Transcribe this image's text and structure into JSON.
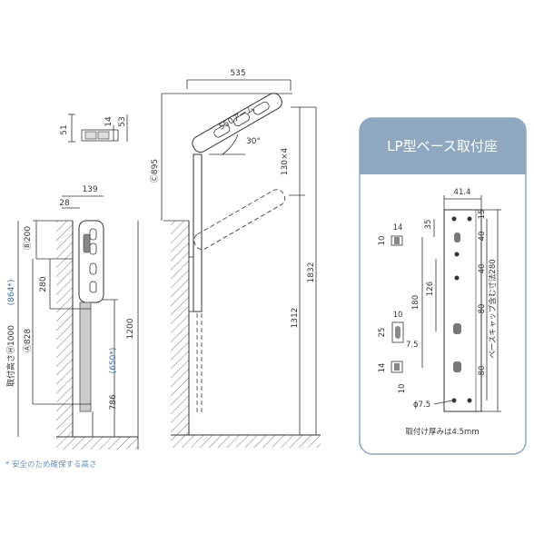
{
  "side_small": {
    "d51": "51",
    "d14": "14",
    "d53": "53"
  },
  "side_main": {
    "d139": "139",
    "d28": "28",
    "d200": "Ⓑ200",
    "d280": "280",
    "d828": "Ⓐ828",
    "d1000": "取付高さⒽ1000",
    "d864": "(864*)",
    "d1200": "1200",
    "d786": "786",
    "d650": "(650*)"
  },
  "front": {
    "d535": "535",
    "arm": "550アーム",
    "angle": "30°",
    "pitch": "130×4",
    "d895": "Ⓒ895",
    "d1832": "1832",
    "d1312": "1312"
  },
  "note": "* 安全のため確保する高さ",
  "panel": {
    "title": "LP型ベース取付座",
    "d414": "41.4",
    "d35": "35",
    "d40a": "40",
    "d40b": "40",
    "d15": "15",
    "d126": "126",
    "d180": "180",
    "d80a": "80",
    "d80b": "80",
    "d14a": "14",
    "d10a": "10",
    "d25": "25",
    "d10b": "10",
    "d75a": "7.5",
    "d14b": "14",
    "d10c": "10",
    "phi": "ϕ7.5",
    "cap": "ベースキャップ含む寸法280",
    "thickness": "取付け厚みは4.5mm"
  }
}
